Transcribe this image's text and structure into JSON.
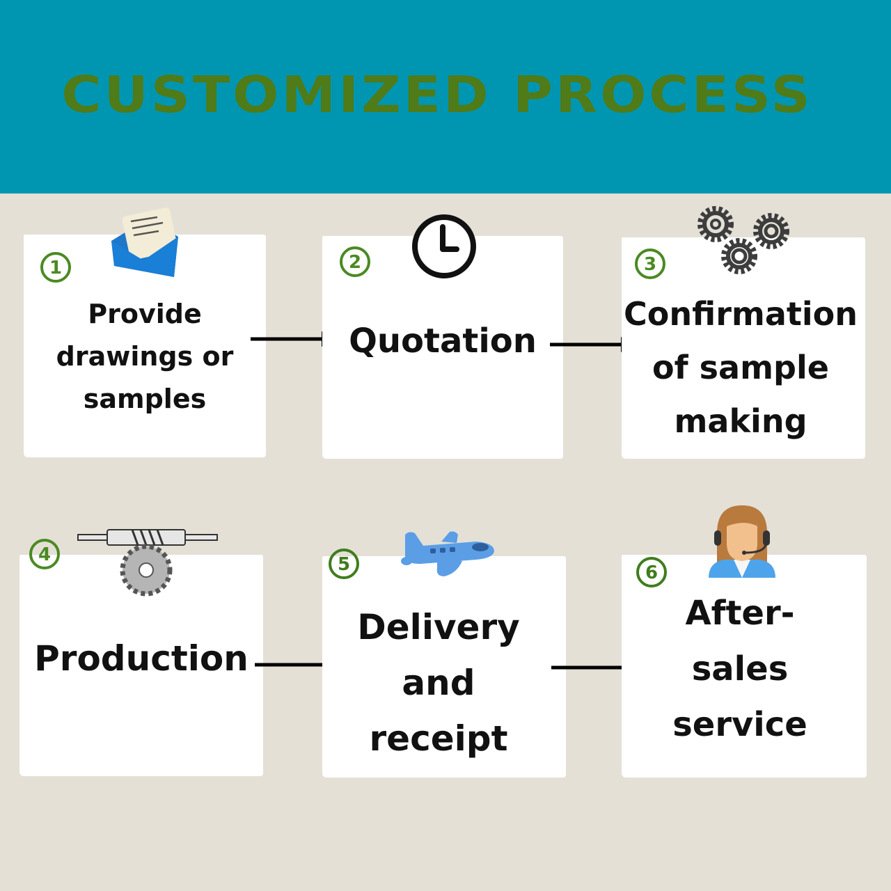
{
  "header": {
    "title": "CUSTOMIZED PROCESS",
    "background": "#0096b1",
    "title_color": "#4f7b18"
  },
  "accent_green": "#4a8a22",
  "steps": [
    {
      "number": "1",
      "lines": [
        "Provide",
        "drawings or",
        "samples"
      ],
      "icon": "envelope-letter-icon"
    },
    {
      "number": "2",
      "lines": [
        "Quotation"
      ],
      "icon": "clock-icon"
    },
    {
      "number": "3",
      "lines": [
        "Confirmation",
        "of sample",
        "making"
      ],
      "icon": "gears-icon"
    },
    {
      "number": "4",
      "lines": [
        "Production"
      ],
      "icon": "worm-gear-icon"
    },
    {
      "number": "5",
      "lines": [
        "Delivery",
        "and",
        "receipt"
      ],
      "icon": "airplane-icon"
    },
    {
      "number": "6",
      "lines": [
        "After-",
        "sales",
        "service"
      ],
      "icon": "support-agent-icon"
    }
  ]
}
